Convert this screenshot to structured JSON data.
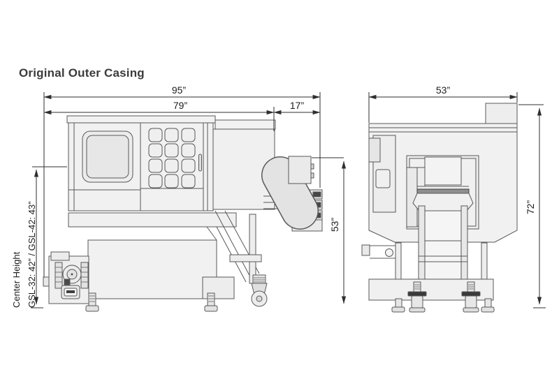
{
  "page": {
    "title": "Original Outer Casing"
  },
  "side_view": {
    "name": "side view (left drawing)",
    "dim_overall_width": "95”",
    "dim_body_width": "79”",
    "dim_extension_width": "17”",
    "dim_height": "53”",
    "center_height_title": "Center Height",
    "center_height_values": "GSL-32: 42” / GSL-42: 43”"
  },
  "front_view": {
    "name": "front view (right drawing)",
    "dim_width": "53”",
    "dim_height": "72”"
  },
  "colors": {
    "background": "#ffffff",
    "outline": "#58585a",
    "dimension_line": "#2f2f2f",
    "fill_light": "#f2f2f2",
    "fill_mid": "#e7e7e7",
    "accent_dark": "#3f3f3f",
    "text": "#1d1d1d"
  }
}
